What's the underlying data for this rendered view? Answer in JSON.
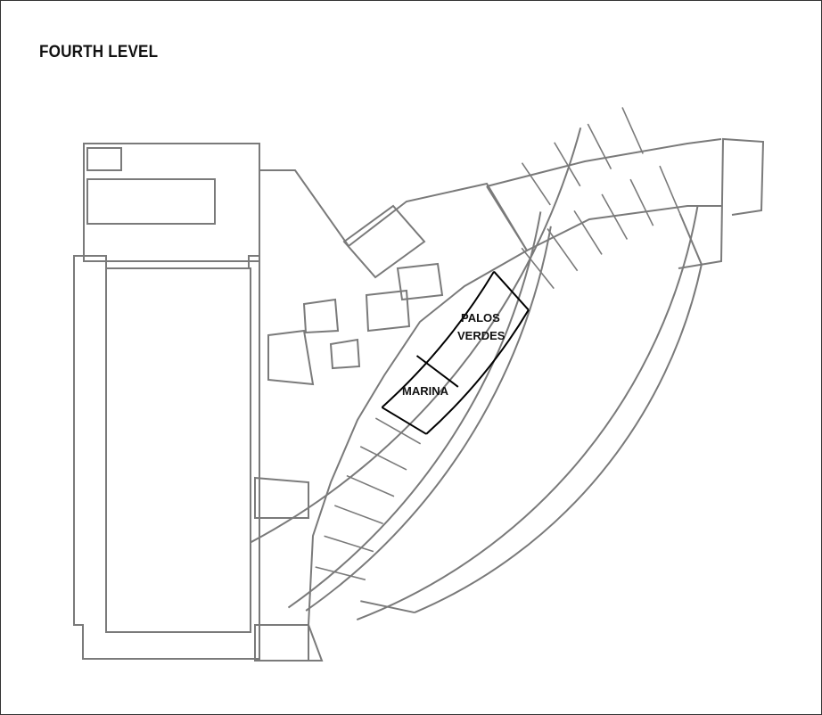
{
  "title": "FOURTH LEVEL",
  "rooms": [
    {
      "name": "PALOS",
      "name2": "VERDES",
      "highlighted": true
    },
    {
      "name": "MARINA",
      "highlighted": true
    }
  ],
  "colors": {
    "wall": "#7a7a7a",
    "highlight": "#000000",
    "background": "#ffffff"
  }
}
